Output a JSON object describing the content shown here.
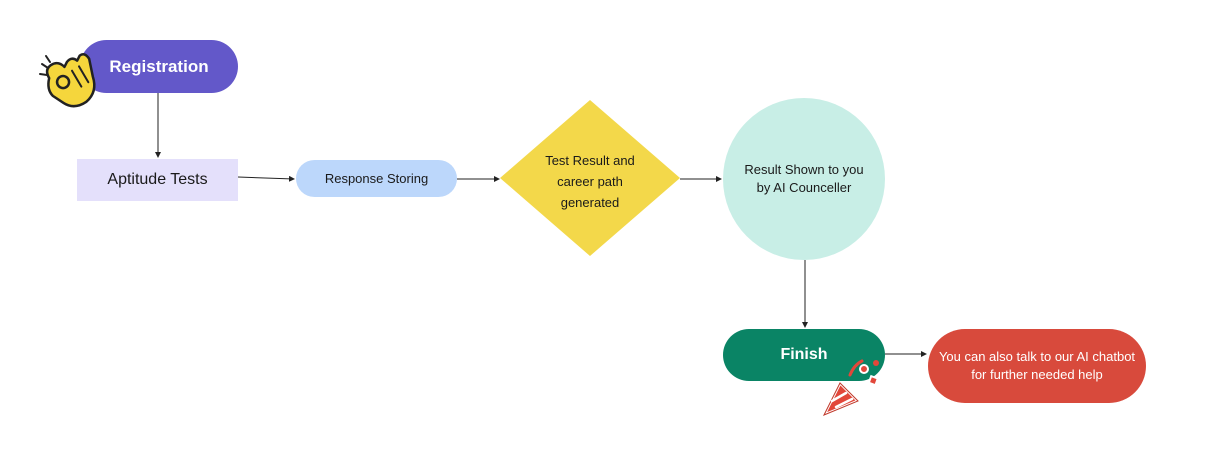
{
  "diagram": {
    "nodes": {
      "registration": {
        "label": "Registration",
        "color": "#6358c9"
      },
      "aptitude_tests": {
        "label": "Aptitude Tests",
        "color": "#e4e0fb"
      },
      "response_storing": {
        "label": "Response Storing",
        "color": "#bcd7fb"
      },
      "test_result": {
        "label": "Test Result and career path generated",
        "color": "#f3d84a"
      },
      "result_shown": {
        "label": "Result Shown to you by AI Counceller",
        "color": "#c8eee6"
      },
      "finish": {
        "label": "Finish",
        "color": "#0a8465"
      },
      "chatbot": {
        "label": "You can also talk to our AI chatbot for further needed help",
        "color": "#d84a3c"
      }
    },
    "edges": [
      {
        "from": "registration",
        "to": "aptitude_tests"
      },
      {
        "from": "aptitude_tests",
        "to": "response_storing"
      },
      {
        "from": "response_storing",
        "to": "test_result"
      },
      {
        "from": "test_result",
        "to": "result_shown"
      },
      {
        "from": "result_shown",
        "to": "finish"
      },
      {
        "from": "finish",
        "to": "chatbot"
      }
    ],
    "stickers": [
      {
        "name": "ok-hand-icon",
        "near": "registration"
      },
      {
        "name": "party-popper-icon",
        "near": "finish"
      }
    ]
  }
}
